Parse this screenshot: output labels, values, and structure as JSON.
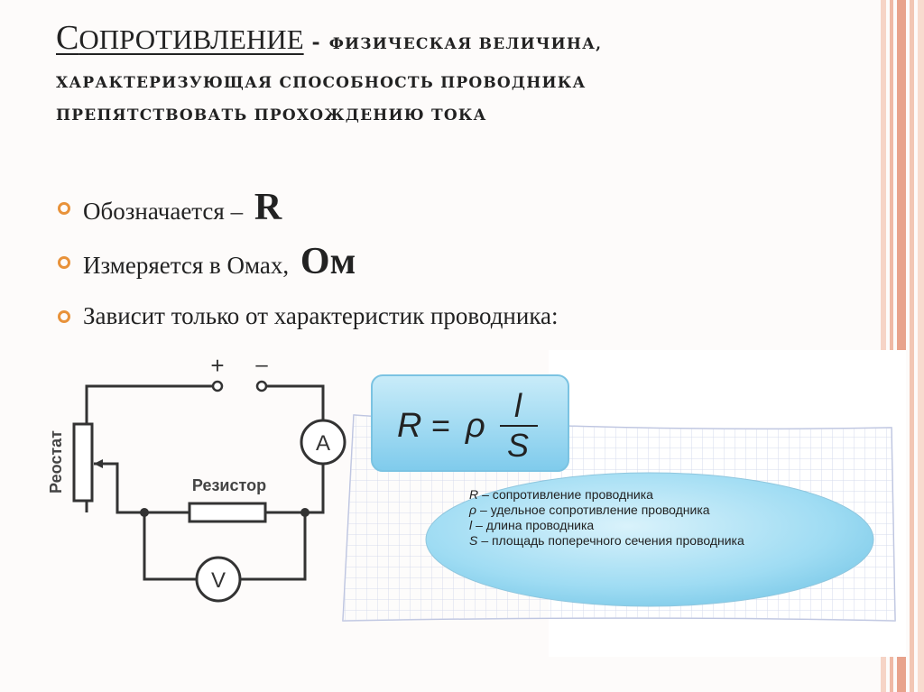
{
  "title": {
    "main_lead": "С",
    "main_rest": "ОПРОТИВЛЕНИЕ",
    "dash": " - ",
    "line1_rest": "ФИЗИЧЕСКАЯ ВЕЛИЧИНА,",
    "line2": "ХАРАКТЕРИЗУЮЩАЯ СПОСОБНОСТЬ ПРОВОДНИКА",
    "line3": "ПРЕПЯТСТВОВАТЬ ПРОХОЖДЕНИЮ ТОКА"
  },
  "bullets": [
    {
      "text": "Обозначается – ",
      "emph": "R"
    },
    {
      "text": "Измеряется в Омах, ",
      "emph": "Ом"
    },
    {
      "text": "Зависит только от характеристик проводника:",
      "emph": ""
    }
  ],
  "circuit": {
    "plus": "+",
    "minus": "–",
    "rheostat_label": "Реостат",
    "resistor_label": "Резистор",
    "ammeter": "A",
    "voltmeter": "V"
  },
  "formula": {
    "lhs": "R",
    "eq": "=",
    "rho": "ρ",
    "num": "l",
    "den": "S"
  },
  "legend": [
    {
      "sym": "R",
      "text": "– сопротивление проводника"
    },
    {
      "sym": "ρ",
      "text": "– удельное сопротивление проводника"
    },
    {
      "sym": "l",
      "text": "– длина проводника"
    },
    {
      "sym": "S",
      "text": "– площадь поперечного сечения проводника"
    }
  ],
  "colors": {
    "bullet": "#e8923a",
    "stripe_light": "#f6d4c6",
    "stripe_dark": "#e8a38c",
    "formula_box": "#8fd3ef",
    "ellipse": "#9fdcf3",
    "circuit_line": "#333333"
  }
}
